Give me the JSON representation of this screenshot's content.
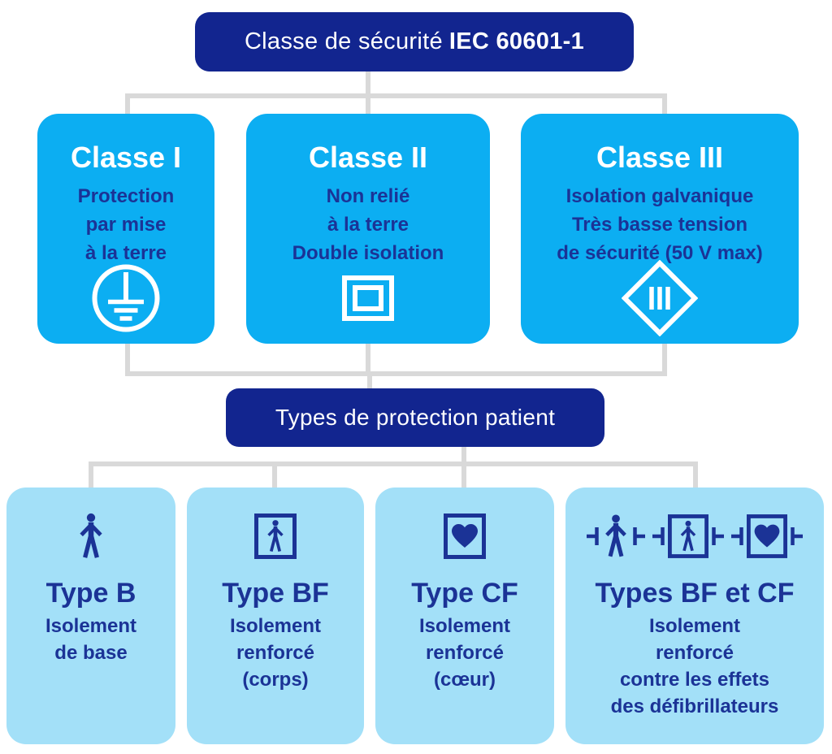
{
  "colors": {
    "navy": "#12258f",
    "cyan": "#0caef2",
    "light_blue": "#a3e0f8",
    "gray": "#d9d9d9",
    "navy_text": "#1b3396",
    "white": "#ffffff"
  },
  "root_header": {
    "label_regular": "Classe de sécurité",
    "label_bold": "IEC 60601-1"
  },
  "classes": [
    {
      "title": "Classe I",
      "lines": [
        "Protection",
        "par mise",
        "à la terre"
      ],
      "icon": "protective-earth-icon"
    },
    {
      "title": "Classe II",
      "lines": [
        "Non relié",
        "à la terre",
        "Double isolation"
      ],
      "icon": "double-insulation-icon"
    },
    {
      "title": "Classe III",
      "lines": [
        "Isolation galvanique",
        "Très basse tension",
        "de sécurité (50 V max)"
      ],
      "icon": "class-three-diamond-icon"
    }
  ],
  "patient_header": {
    "label": "Types de protection patient"
  },
  "types": [
    {
      "title": "Type B",
      "lines": [
        "Isolement",
        "de base"
      ],
      "icon": "body-person-icon"
    },
    {
      "title": "Type BF",
      "lines": [
        "Isolement",
        "renforcé",
        "(corps)"
      ],
      "icon": "boxed-person-icon"
    },
    {
      "title": "Type CF",
      "lines": [
        "Isolement",
        "renforcé",
        "(cœur)"
      ],
      "icon": "boxed-heart-icon"
    },
    {
      "title": "Types BF et CF",
      "lines": [
        "Isolement",
        "renforcé",
        "contre les effets",
        "des défibrillateurs"
      ],
      "icon": "defibrillator-proof-icons"
    }
  ]
}
